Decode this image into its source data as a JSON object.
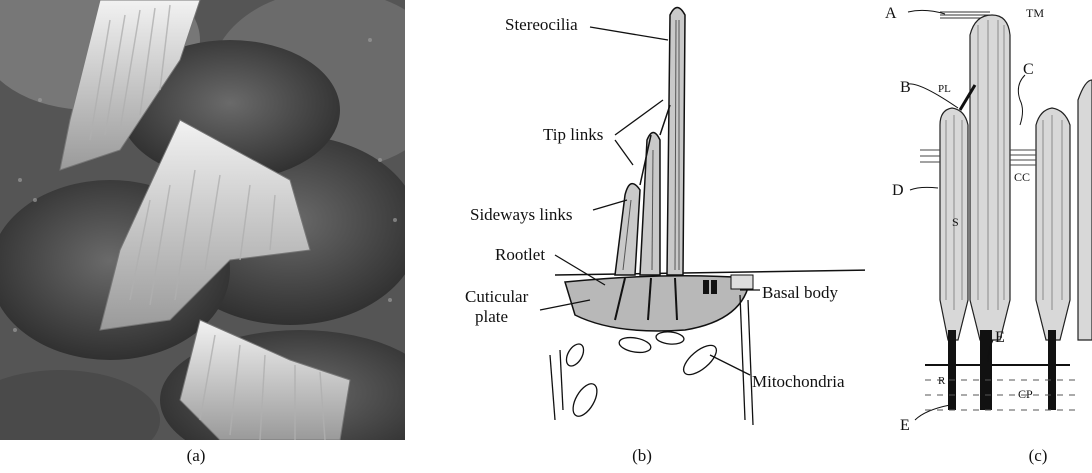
{
  "panels": {
    "a": {
      "caption": "(a)"
    },
    "b": {
      "caption": "(b)",
      "labels": {
        "stereocilia": "Stereocilia",
        "tip_links": "Tip links",
        "sideways_links": "Sideways links",
        "rootlet": "Rootlet",
        "basal_body": "Basal body",
        "cuticular_plate_1": "Cuticular",
        "cuticular_plate_2": "plate",
        "mitochondria": "Mitochondria"
      }
    },
    "c": {
      "caption": "(c)",
      "labels": {
        "A": "A",
        "TM": "TM",
        "B": "B",
        "PL": "PL",
        "C": "C",
        "CC": "CC",
        "D": "D",
        "S": "S",
        "E_mid": "E",
        "R": "R",
        "CP": "CP",
        "E_low": "E"
      }
    }
  },
  "colors": {
    "sem_dark": "#3a3a3a",
    "sem_light": "#e8e8e8",
    "ink": "#111111",
    "plate": "#b8b8b8"
  }
}
